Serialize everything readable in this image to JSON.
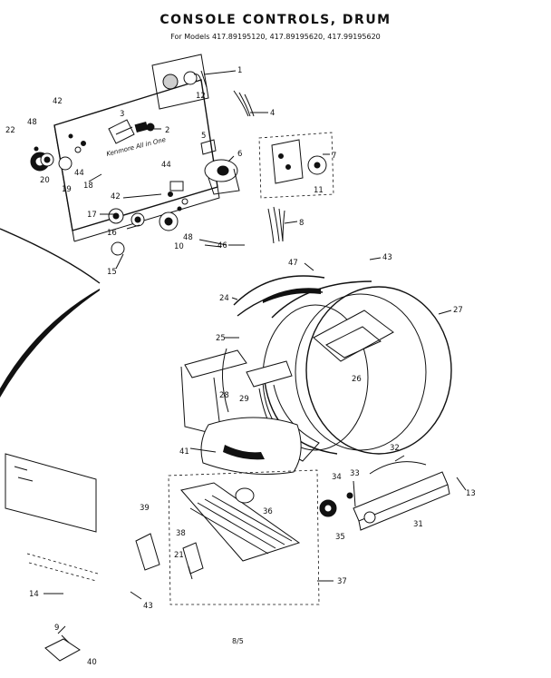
{
  "title": "CONSOLE CONTROLS, DRUM",
  "subtitle": "For Models 417.89195120, 417.89195620, 417.99195620",
  "footer": "8/5",
  "panel_text": "Kenmore All in One",
  "callouts": [
    "1",
    "2",
    "3",
    "4",
    "5",
    "6",
    "7",
    "8",
    "9",
    "10",
    "11",
    "12",
    "13",
    "14",
    "15",
    "16",
    "17",
    "18",
    "19",
    "20",
    "21",
    "22",
    "24",
    "25",
    "26",
    "27",
    "28",
    "29",
    "31",
    "32",
    "33",
    "34",
    "35",
    "36",
    "37",
    "38",
    "39",
    "40",
    "41",
    "42",
    "43",
    "44",
    "46",
    "47",
    "48"
  ]
}
